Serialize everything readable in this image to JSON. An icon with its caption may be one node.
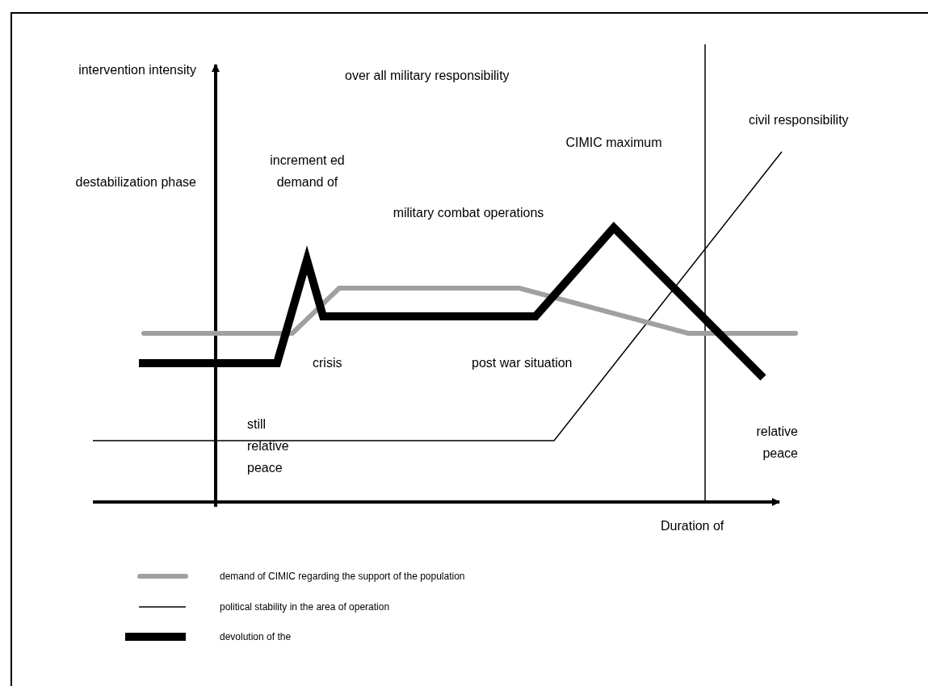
{
  "diagram": {
    "labels": [
      "intervention intensity",
      "over all military responsibility",
      "civil responsibility",
      "CIMIC maximum",
      "destabilization phase",
      "increment ed demand of",
      "military combat operations",
      "crisis",
      "post war situation",
      "still relative peace",
      "relative peace",
      "Duration of"
    ],
    "legend": [
      {
        "text": "demand of CIMIC regarding the support of the population"
      },
      {
        "text": "political stability in the area of operation"
      },
      {
        "text": "devolution of the"
      }
    ]
  }
}
